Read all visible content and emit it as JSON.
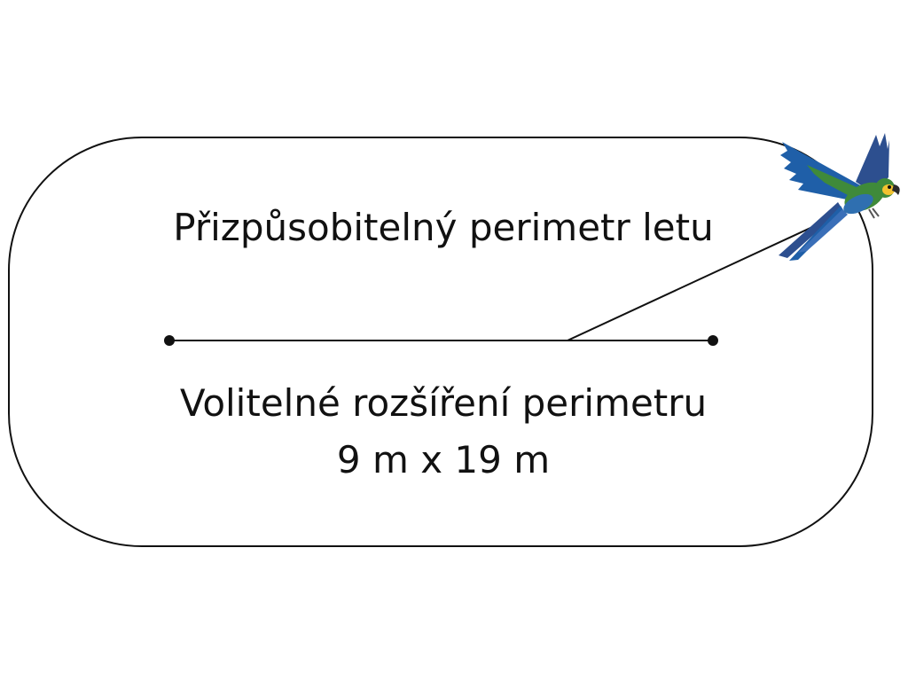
{
  "diagram": {
    "title": "Přizpůsobitelný perimetr letu",
    "extension_label": "Volitelné rozšíření perimetru",
    "dimensions": "9 m x 19 m"
  },
  "colors": {
    "outline": "#111111",
    "parrot_wing": "#1f5fa8",
    "parrot_body": "#3f8a3a",
    "parrot_face": "#f2c230",
    "parrot_tail": "#2d4f8f"
  },
  "icons": {
    "parrot": "parrot-icon",
    "endpoint": "endpoint-dot-icon"
  }
}
